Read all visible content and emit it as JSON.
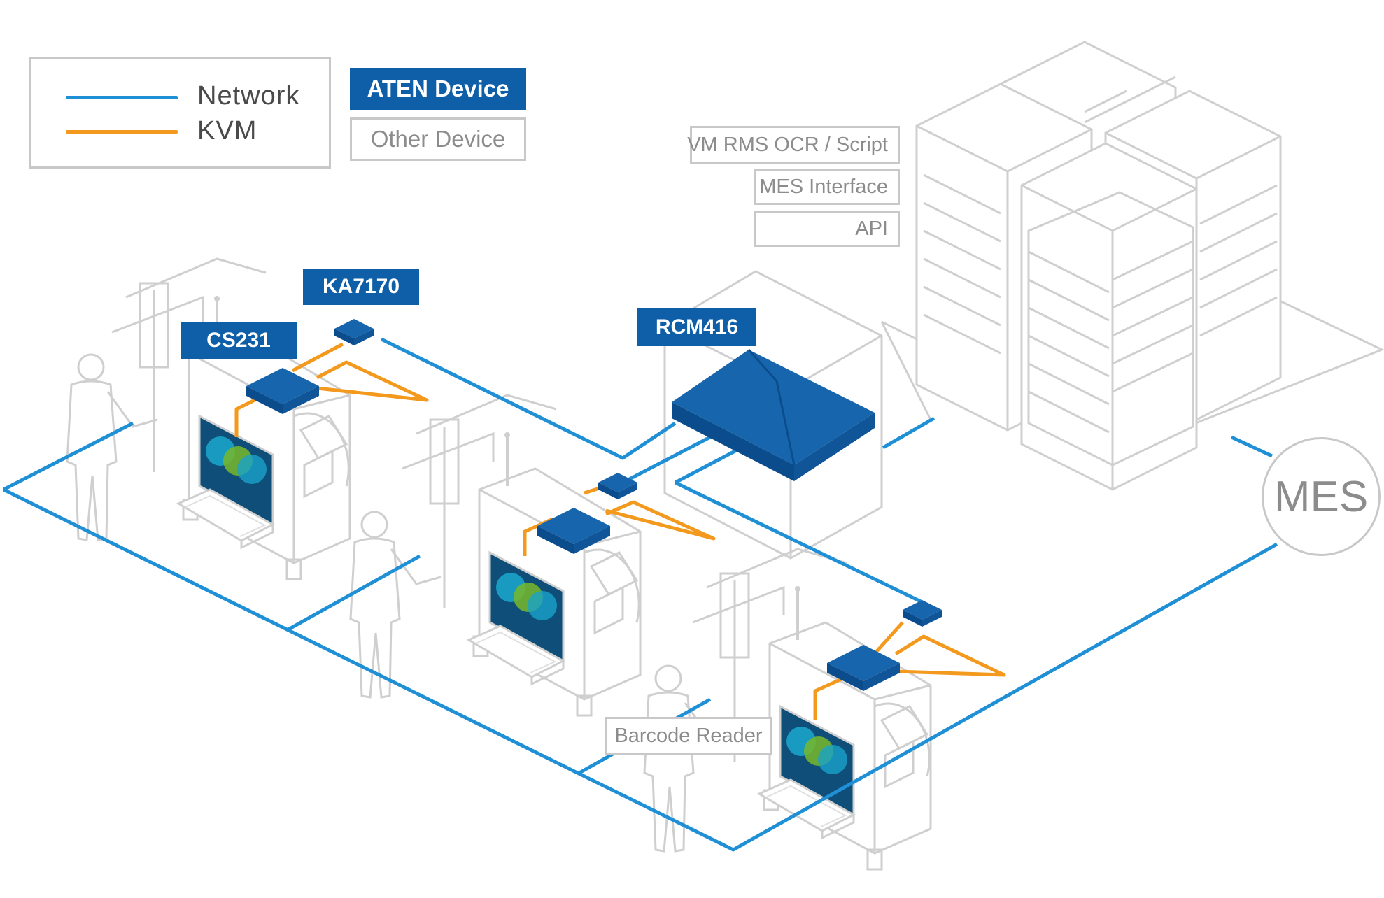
{
  "legend": {
    "network_label": "Network",
    "kvm_label": "KVM",
    "aten_device_label": "ATEN Device",
    "other_device_label": "Other Device"
  },
  "devices": {
    "ka7170": "KA7170",
    "cs231": "CS231",
    "rcm416": "RCM416"
  },
  "server_labels": {
    "vm_rms": "VM RMS OCR / Script",
    "mes_interface": "MES Interface",
    "api": "API"
  },
  "mes": "MES",
  "barcode_reader": "Barcode Reader",
  "colors": {
    "network": "#1f8fd6",
    "kvm": "#f39a1e",
    "aten_device": "#0f5ea8",
    "outline": "#cfcfcf"
  }
}
